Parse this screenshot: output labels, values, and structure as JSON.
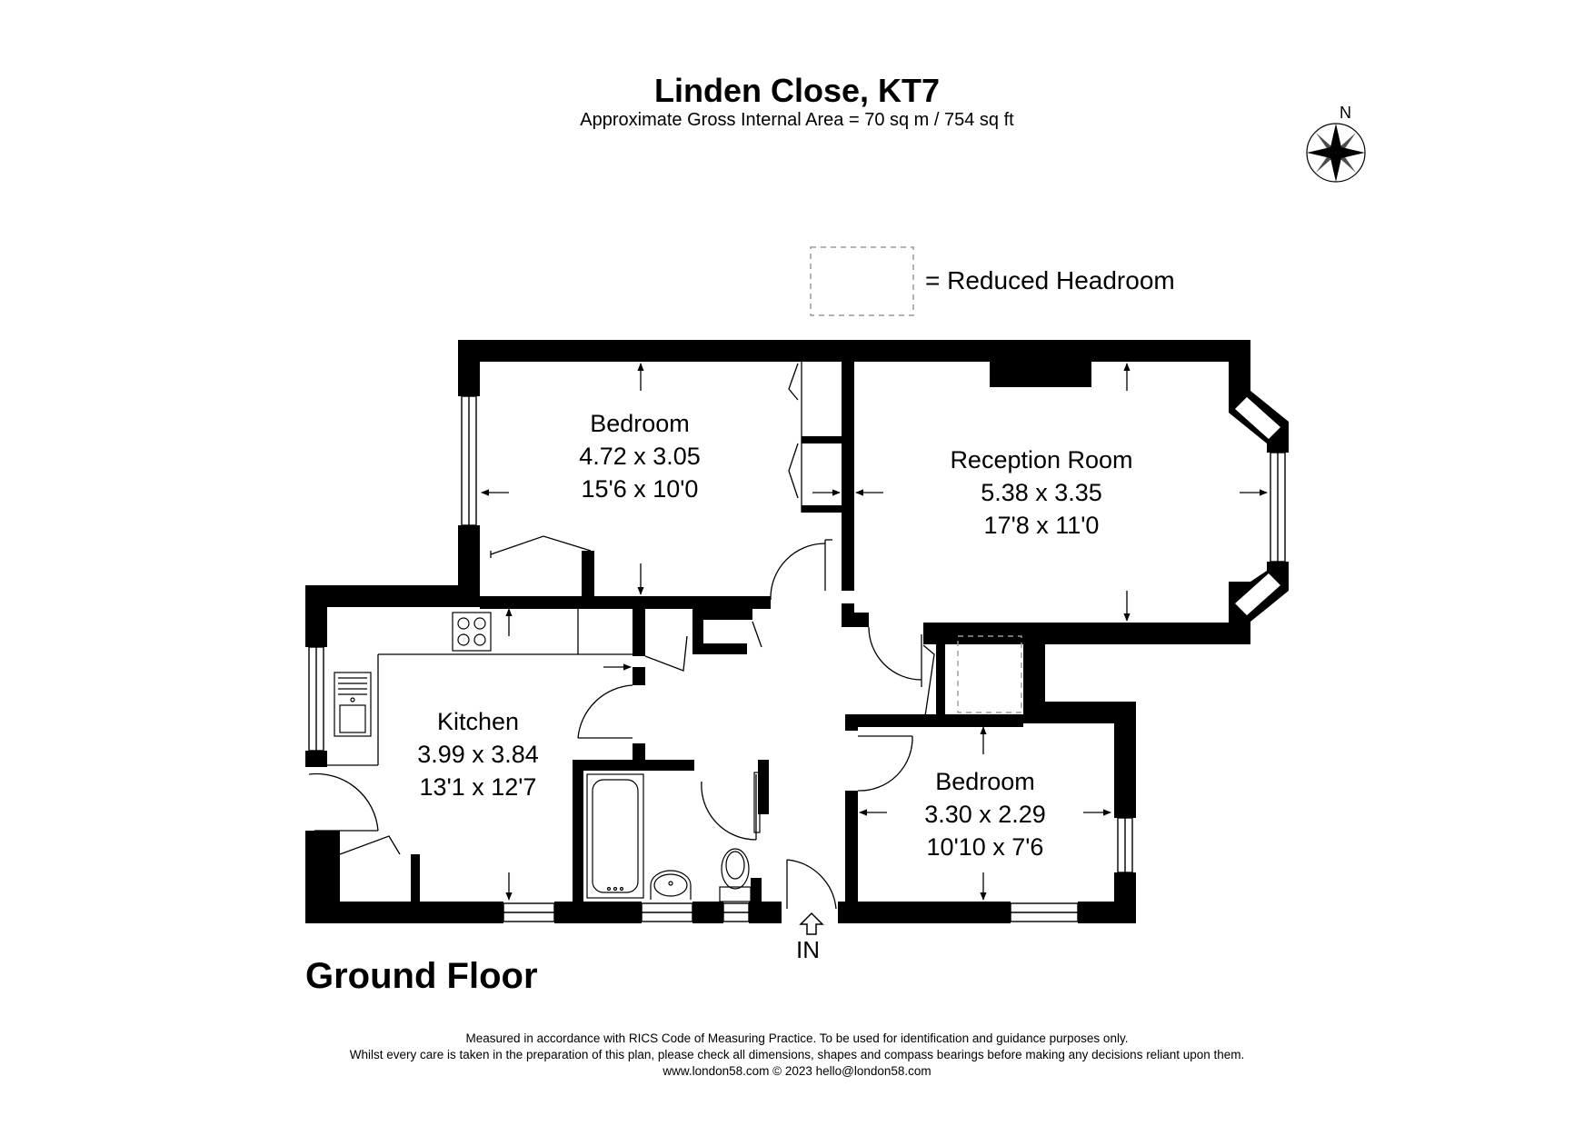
{
  "header": {
    "title": "Linden Close, KT7",
    "subtitle": "Approximate Gross Internal Area = 70 sq m / 754 sq ft"
  },
  "compass": {
    "north_label": "N",
    "icon": "compass-rose-icon"
  },
  "legend": {
    "label": "= Reduced Headroom"
  },
  "rooms": [
    {
      "name": "Bedroom",
      "metric": "4.72 x 3.05",
      "imperial": "15'6 x 10'0"
    },
    {
      "name": "Reception Room",
      "metric": "5.38 x 3.35",
      "imperial": "17'8 x 11'0"
    },
    {
      "name": "Kitchen",
      "metric": "3.99 x 3.84",
      "imperial": "13'1 x 12'7"
    },
    {
      "name": "Bedroom",
      "metric": "3.30 x 2.29",
      "imperial": "10'10 x 7'6"
    }
  ],
  "entrance": {
    "label": "IN"
  },
  "floor": {
    "label": "Ground Floor"
  },
  "footer": {
    "line1": "Measured in accordance with RICS Code of Measuring Practice. To be used for identification and guidance purposes only.",
    "line2": "Whilst every care is taken in the preparation of this plan, please check all dimensions, shapes and compass bearings before making any decisions reliant upon them.",
    "line3": "www.london58.com © 2023 hello@london58.com"
  }
}
